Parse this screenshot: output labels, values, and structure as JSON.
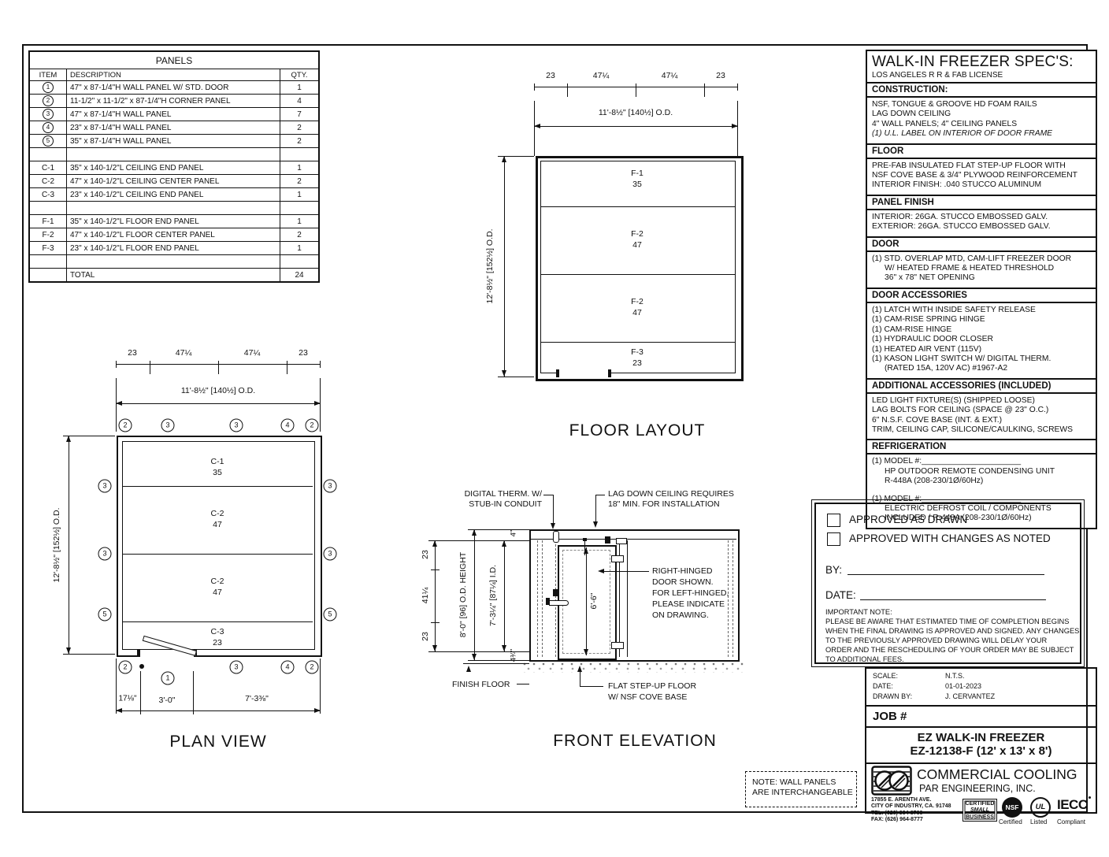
{
  "panels_table": {
    "title": "PANELS",
    "col_item": "ITEM",
    "col_desc": "DESCRIPTION",
    "col_qty": "QTY.",
    "rows": [
      {
        "item": "1",
        "desc": "47\" x 87-1/4\"H WALL PANEL W/ STD. DOOR",
        "qty": "1"
      },
      {
        "item": "2",
        "desc": "11-1/2\" x 11-1/2\" x 87-1/4\"H CORNER PANEL",
        "qty": "4"
      },
      {
        "item": "3",
        "desc": "47\" x 87-1/4\"H WALL PANEL",
        "qty": "7"
      },
      {
        "item": "4",
        "desc": "23\" x 87-1/4\"H WALL PANEL",
        "qty": "2"
      },
      {
        "item": "5",
        "desc": "35\" x 87-1/4\"H WALL PANEL",
        "qty": "2"
      },
      {
        "item": "C-1",
        "desc": "35\" x 140-1/2\"L CEILING END PANEL",
        "qty": "1"
      },
      {
        "item": "C-2",
        "desc": "47\" x 140-1/2\"L CEILING CENTER PANEL",
        "qty": "2"
      },
      {
        "item": "C-3",
        "desc": "23\" x 140-1/2\"L CEILING END PANEL",
        "qty": "1"
      },
      {
        "item": "F-1",
        "desc": "35\" x 140-1/2\"L FLOOR END PANEL",
        "qty": "1"
      },
      {
        "item": "F-2",
        "desc": "47\" x 140-1/2\"L FLOOR CENTER PANEL",
        "qty": "2"
      },
      {
        "item": "F-3",
        "desc": "23\" x 140-1/2\"L FLOOR END PANEL",
        "qty": "1"
      }
    ],
    "total_label": "TOTAL",
    "total_qty": "24"
  },
  "floor_layout": {
    "title": "FLOOR LAYOUT",
    "dims_top": [
      "23",
      "47¼",
      "47¼",
      "23"
    ],
    "dim_width": "11'-8½\" [140½] O.D.",
    "dim_height": "12'-8½\" [152½] O.D.",
    "panels": [
      {
        "n": "F-1",
        "s": "35"
      },
      {
        "n": "F-2",
        "s": "47"
      },
      {
        "n": "F-2",
        "s": "47"
      },
      {
        "n": "F-3",
        "s": "23"
      }
    ]
  },
  "plan_view": {
    "title": "PLAN VIEW",
    "dims_top": [
      "23",
      "47¼",
      "47¼",
      "23"
    ],
    "dim_width": "11'-8½\" [140½] O.D.",
    "dim_height": "12'-8½\" [152½] O.D.",
    "dims_bottom": [
      "17⅛\"",
      "3'-0\"",
      "7'-3⅜\""
    ],
    "markers_top": [
      "2",
      "3",
      "3",
      "4",
      "2"
    ],
    "markers_left": [
      "3",
      "3",
      "5"
    ],
    "markers_right": [
      "3",
      "3",
      "5"
    ],
    "markers_bottom": [
      "2",
      "3",
      "4",
      "2"
    ],
    "marker_door": "1",
    "panels": [
      {
        "n": "C-1",
        "s": "35"
      },
      {
        "n": "C-2",
        "s": "47"
      },
      {
        "n": "C-2",
        "s": "47"
      },
      {
        "n": "C-3",
        "s": "23"
      }
    ]
  },
  "elevation": {
    "title": "FRONT ELEVATION",
    "dim_od": "8'-0\" [96] O.D. HEIGHT",
    "dim_id": "7'-3¼\" [87¼] I.D.",
    "dim_top": "4\"",
    "dim_bottom": "4¾\"",
    "chain": [
      "23",
      "41¼",
      "23"
    ],
    "dim_door": "6'-6\"",
    "lbl_therm": [
      "DIGITAL THERM. W/",
      "STUB-IN CONDUIT"
    ],
    "lbl_lag": [
      "LAG DOWN CEILING REQUIRES",
      "18\" MIN. FOR INSTALLATION"
    ],
    "lbl_hinge": [
      "RIGHT-HINGED",
      "DOOR SHOWN.",
      "FOR LEFT-HINGED,",
      "PLEASE INDICATE",
      "ON DRAWING."
    ],
    "lbl_floor": [
      "FLAT STEP-UP FLOOR",
      "W/ NSF COVE BASE"
    ],
    "lbl_finish": "FINISH FLOOR"
  },
  "specs": {
    "title": "WALK-IN FREEZER SPEC'S:",
    "subtitle": "LOS ANGELES R R & FAB LICENSE",
    "sections": [
      {
        "h": "CONSTRUCTION:",
        "lines": [
          "NSF, TONGUE & GROOVE HD FOAM RAILS",
          "LAG DOWN CEILING",
          "4\" WALL PANELS; 4\" CEILING PANELS",
          "(1) U.L. LABEL ON INTERIOR OF DOOR FRAME"
        ]
      },
      {
        "h": "FLOOR",
        "lines": [
          "PRE-FAB INSULATED FLAT STEP-UP FLOOR WITH",
          "NSF COVE BASE & 3/4\" PLYWOOD REINFORCEMENT",
          "INTERIOR FINISH: .040 STUCCO ALUMINUM"
        ]
      },
      {
        "h": "PANEL FINISH",
        "lines": [
          "INTERIOR: 26GA. STUCCO EMBOSSED GALV.",
          "EXTERIOR: 26GA. STUCCO EMBOSSED GALV."
        ]
      },
      {
        "h": "DOOR",
        "lines": [
          "(1) STD. OVERLAP MTD, CAM-LIFT FREEZER DOOR",
          "W/ HEATED FRAME & HEATED THRESHOLD",
          "36\" x 78\" NET OPENING"
        ]
      },
      {
        "h": "DOOR ACCESSORIES",
        "lines": [
          "(1) LATCH WITH INSIDE SAFETY RELEASE",
          "(1) CAM-RISE SPRING HINGE",
          "(1) CAM-RISE HINGE",
          "(1) HYDRAULIC DOOR CLOSER",
          "(1) HEATED AIR VENT (115V)",
          "(1) KASON LIGHT SWITCH W/ DIGITAL THERM.",
          "(RATED 15A, 120V AC) #1967-A2"
        ]
      },
      {
        "h": "ADDITIONAL ACCESSORIES (INCLUDED)",
        "lines": [
          "LED LIGHT FIXTURE(S) (SHIPPED LOOSE)",
          "LAG BOLTS FOR CEILING (SPACE @ 23\" O.C.)",
          "6\" N.S.F. COVE BASE (INT. & EXT.)",
          "TRIM, CEILING CAP, SILICONE/CAULKING, SCREWS"
        ]
      },
      {
        "h": "REFRIGERATION",
        "lines": [
          "(1) MODEL #:______________________",
          "HP OUTDOOR REMOTE CONDENSING UNIT",
          "R-448A (208-230/1Ø/60Hz)",
          "(1) MODEL #:______________________",
          "ELECTRIC DEFROST COIL / COMPONENTS",
          "INCLUDED / R-448A (208-230/1Ø/60Hz)"
        ]
      }
    ]
  },
  "approval": {
    "check1": "APPROVED AS DRAWN",
    "check2": "APPROVED WITH CHANGES AS NOTED",
    "by_label": "BY:",
    "date_label": "DATE:",
    "note_title": "IMPORTANT NOTE:",
    "note_lines": [
      "PLEASE BE AWARE THAT ESTIMATED TIME OF COMPLETION BEGINS",
      "WHEN THE FINAL DRAWING IS APPROVED AND SIGNED. ANY CHANGES",
      "TO THE PREVIOUSLY APPROVED DRAWING WILL DELAY YOUR",
      "ORDER AND THE RESCHEDULING OF YOUR ORDER MAY BE SUBJECT",
      "TO ADDITIONAL FEES."
    ]
  },
  "title_block": {
    "scale_label": "SCALE:",
    "scale": "N.T.S.",
    "date_label": "DATE:",
    "date": "01-01-2023",
    "drawn_label": "DRAWN BY:",
    "drawn": "J. CERVANTEZ",
    "job_label": "JOB #",
    "product_line1": "EZ WALK-IN FREEZER",
    "product_line2": "EZ-12138-F  (12' x 13' x 8')",
    "company": "COMMERCIAL COOLING",
    "company2": "PAR ENGINEERING, INC.",
    "address": [
      "17855 E. ARENTH AVE.",
      "CITY OF INDUSTRY, CA. 91748",
      "TEL: (626) 964-8700",
      "FAX: (626) 964-8777"
    ],
    "badge_cert": [
      "CERTIFIED",
      "SMALL",
      "BUSINESS"
    ],
    "badge_nsf": "NSF",
    "badge_nsf_label": "Certified",
    "badge_ul": "UL",
    "badge_ul_label": "Listed",
    "badge_iecc": "IECC",
    "badge_iecc_label": "Compliant"
  },
  "note_box": {
    "line1": "NOTE: WALL PANELS",
    "line2": "ARE INTERCHANGEABLE"
  }
}
